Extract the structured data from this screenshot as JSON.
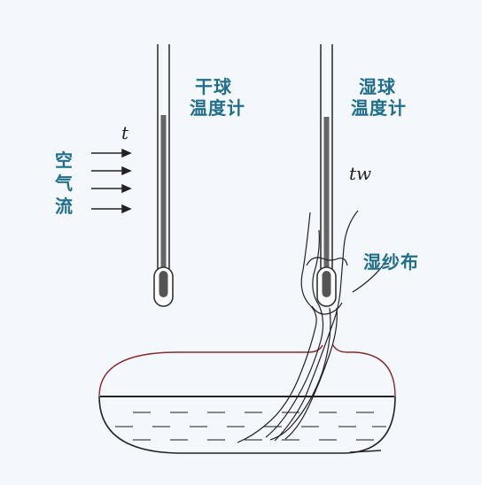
{
  "labels": {
    "dry_bulb_line1": "干球",
    "dry_bulb_line2": "温度计",
    "wet_bulb_line1": "湿球",
    "wet_bulb_line2": "温度计",
    "air_flow": "空气流",
    "wet_gauze": "湿纱布",
    "dry_temp_symbol": "t",
    "wet_temp_symbol": "tw"
  },
  "colors": {
    "label_text": "#1f6f8c",
    "line": "#333333",
    "mercury": "#666666",
    "reservoir_top": "#8a2a2a"
  }
}
